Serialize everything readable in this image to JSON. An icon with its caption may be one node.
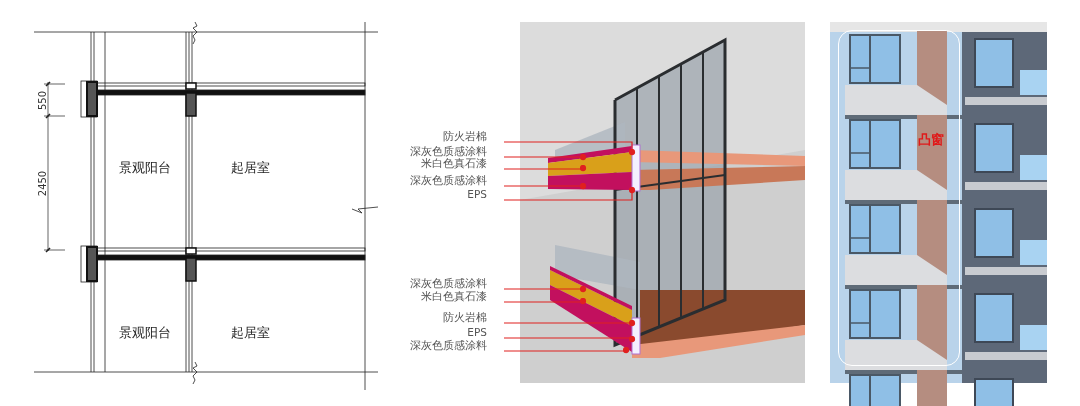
{
  "diagram": {
    "nodes": [
      {
        "text": [
          "防火岩棉"
        ]
      },
      {
        "text": [
          "深灰色质感涂料"
        ]
      },
      {
        "text": [
          "米白色真石漆"
        ]
      },
      {
        "text": [
          "深灰色质感涂料"
        ]
      },
      {
        "text": [
          "EPS"
        ]
      },
      {
        "text": [
          "深灰色质感涂料"
        ]
      },
      {
        "text": [
          "米白色真石漆"
        ]
      },
      {
        "text": [
          "防火岩棉"
        ]
      },
      {
        "text": [
          "EPS"
        ]
      },
      {
        "text": [
          "深灰色质感涂料"
        ]
      },
      {
        "text": [
          "凸窗"
        ]
      }
    ],
    "edges": [
      {
        "from": 0,
        "to": null,
        "arrow": "other"
      },
      {
        "from": 1,
        "to": null,
        "arrow": "other"
      },
      {
        "from": 2,
        "to": null,
        "arrow": "other"
      },
      {
        "from": 3,
        "to": null,
        "arrow": "other"
      },
      {
        "from": 4,
        "to": null,
        "arrow": "other"
      },
      {
        "from": 5,
        "to": null,
        "arrow": "other"
      },
      {
        "from": 6,
        "to": null,
        "arrow": "other"
      },
      {
        "from": 7,
        "to": null,
        "arrow": "other"
      },
      {
        "from": 8,
        "to": null,
        "arrow": "other"
      },
      {
        "from": 9,
        "to": null,
        "arrow": "other"
      }
    ],
    "labels": [
      "550",
      "2450",
      "景观阳台",
      "起居室",
      "景观阳台",
      "起居室"
    ]
  }
}
